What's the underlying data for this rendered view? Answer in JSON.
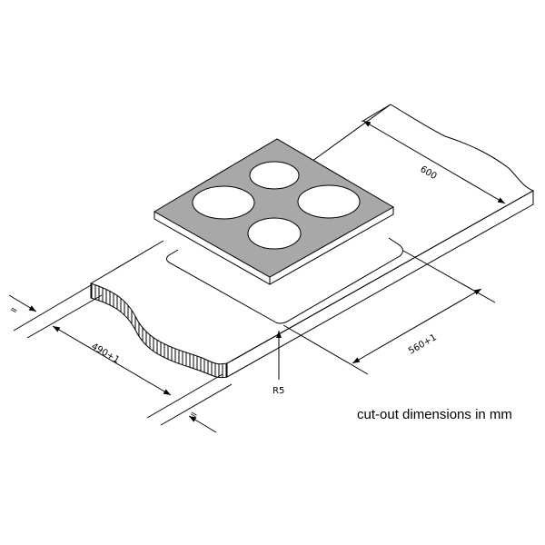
{
  "diagram": {
    "dimensions": {
      "depth_worktop": "600",
      "cutout_width": "560+1",
      "cutout_depth": "490+1",
      "corner_radius": "R5",
      "equal_mark": "="
    },
    "caption": "cut-out dimensions in mm",
    "colors": {
      "hob_surface": "#a8a8a8",
      "line": "#000000"
    }
  }
}
